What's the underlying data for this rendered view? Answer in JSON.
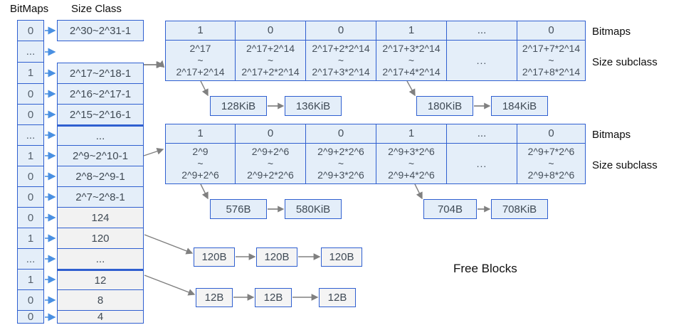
{
  "headers": {
    "bitmaps": "BitMaps",
    "size_class": "Size Class"
  },
  "side_labels": {
    "bitmaps_top": "Bitmaps",
    "subclass_top": "Size subclass",
    "bitmaps_bottom": "Bitmaps",
    "subclass_bottom": "Size subclass",
    "free_blocks": "Free Blocks"
  },
  "bitmap_column": [
    {
      "value": "0"
    },
    {
      "value": "..."
    },
    {
      "value": "1"
    },
    {
      "value": "0"
    },
    {
      "value": "0"
    },
    {
      "value": "..."
    },
    {
      "value": "1"
    },
    {
      "value": "0"
    },
    {
      "value": "0"
    },
    {
      "value": "0"
    },
    {
      "value": "1"
    },
    {
      "value": "..."
    },
    {
      "value": "1"
    },
    {
      "value": "0"
    },
    {
      "value": "0"
    }
  ],
  "size_class_column": [
    {
      "label": "2^30~2^31-1"
    },
    {
      "label": ""
    },
    {
      "label": "2^17~2^18-1"
    },
    {
      "label": "2^16~2^17-1"
    },
    {
      "label": "2^15~2^16-1"
    },
    {
      "label": "..."
    },
    {
      "label": "2^9~2^10-1"
    },
    {
      "label": "2^8~2^9-1"
    },
    {
      "label": "2^7~2^8-1"
    },
    {
      "label": "124"
    },
    {
      "label": "120"
    },
    {
      "label": "..."
    },
    {
      "label": "12"
    },
    {
      "label": "8"
    },
    {
      "label": "4"
    }
  ],
  "table_top": {
    "bits": [
      "1",
      "0",
      "0",
      "1",
      "...",
      "0"
    ],
    "subclasses": [
      {
        "from": "2^17",
        "tilde": "~",
        "to": "2^17+2^14"
      },
      {
        "from": "2^17+2^14",
        "tilde": "~",
        "to": "2^17+2*2^14"
      },
      {
        "from": "2^17+2*2^14",
        "tilde": "~",
        "to": "2^17+3*2^14"
      },
      {
        "from": "2^17+3*2^14",
        "tilde": "~",
        "to": "2^17+4*2^14"
      },
      {
        "from": "",
        "tilde": "...",
        "to": ""
      },
      {
        "from": "2^17+7*2^14",
        "tilde": "~",
        "to": "2^17+8*2^14"
      }
    ]
  },
  "table_bottom": {
    "bits": [
      "1",
      "0",
      "0",
      "1",
      "...",
      "0"
    ],
    "subclasses": [
      {
        "from": "2^9",
        "tilde": "~",
        "to": "2^9+2^6"
      },
      {
        "from": "2^9+2^6",
        "tilde": "~",
        "to": "2^9+2*2^6"
      },
      {
        "from": "2^9+2*2^6",
        "tilde": "~",
        "to": "2^9+3*2^6"
      },
      {
        "from": "2^9+3*2^6",
        "tilde": "~",
        "to": "2^9+4*2^6"
      },
      {
        "from": "",
        "tilde": "...",
        "to": ""
      },
      {
        "from": "2^9+7*2^6",
        "tilde": "~",
        "to": "2^9+8*2^6"
      }
    ]
  },
  "chains": {
    "top_left": [
      "128KiB",
      "136KiB"
    ],
    "top_right": [
      "180KiB",
      "184KiB"
    ],
    "mid_left": [
      "576B",
      "580KiB"
    ],
    "mid_right": [
      "704B",
      "708KiB"
    ],
    "bottom_120": [
      "120B",
      "120B",
      "120B"
    ],
    "bottom_12": [
      "12B",
      "12B",
      "12B"
    ]
  },
  "colors": {
    "box_border": "#2f5fd0",
    "box_fill": "#e4eef9",
    "gray_fill": "#f2f2f2",
    "arrow_blue": "#4a90e2",
    "arrow_gray": "#808080",
    "text": "#46505b"
  }
}
